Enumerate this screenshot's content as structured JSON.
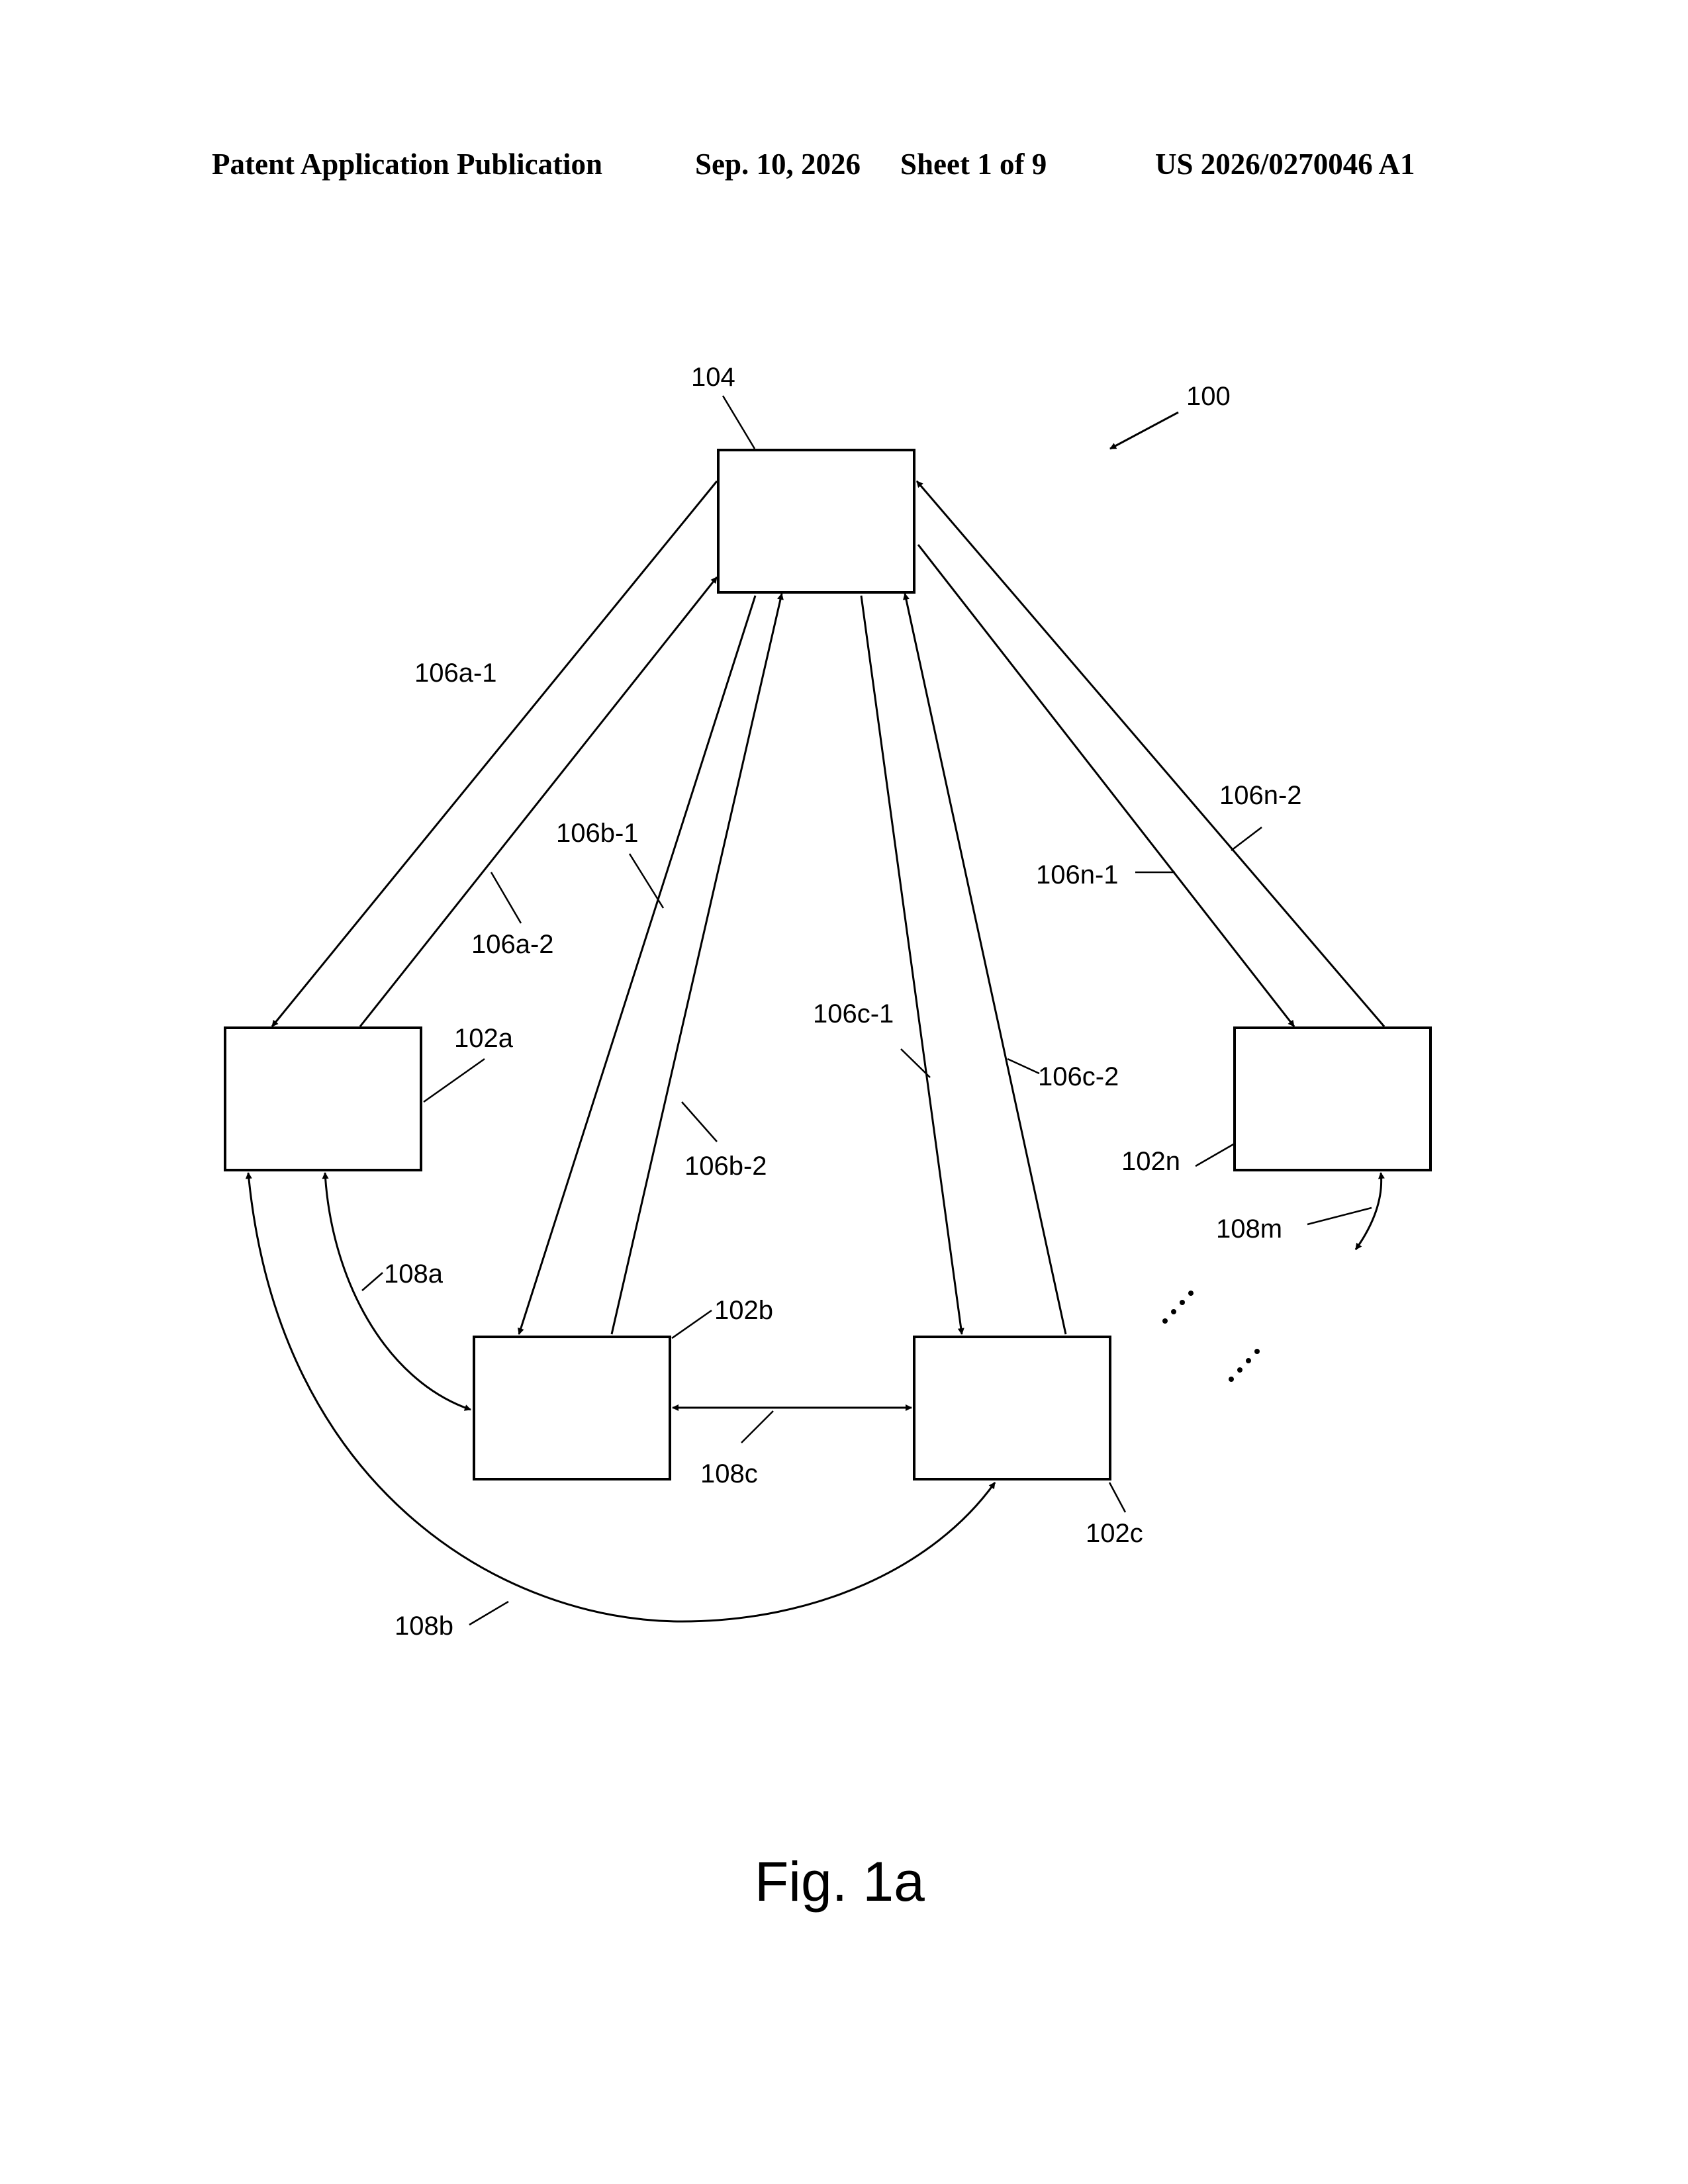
{
  "header": {
    "publication": "Patent Application Publication",
    "date": "Sep. 10, 2026",
    "sheet": "Sheet 1 of 9",
    "number": "US 2026/0270046 A1"
  },
  "labels": {
    "system": "100",
    "server": "104",
    "node_a": "102a",
    "node_b": "102b",
    "node_c": "102c",
    "node_n": "102n",
    "link_a1": "106a-1",
    "link_a2": "106a-2",
    "link_b1": "106b-1",
    "link_b2": "106b-2",
    "link_c1": "106c-1",
    "link_c2": "106c-2",
    "link_n1": "106n-1",
    "link_n2": "106n-2",
    "peer_a": "108a",
    "peer_b": "108b",
    "peer_c": "108c",
    "peer_m": "108m"
  },
  "caption": "Fig. 1a"
}
